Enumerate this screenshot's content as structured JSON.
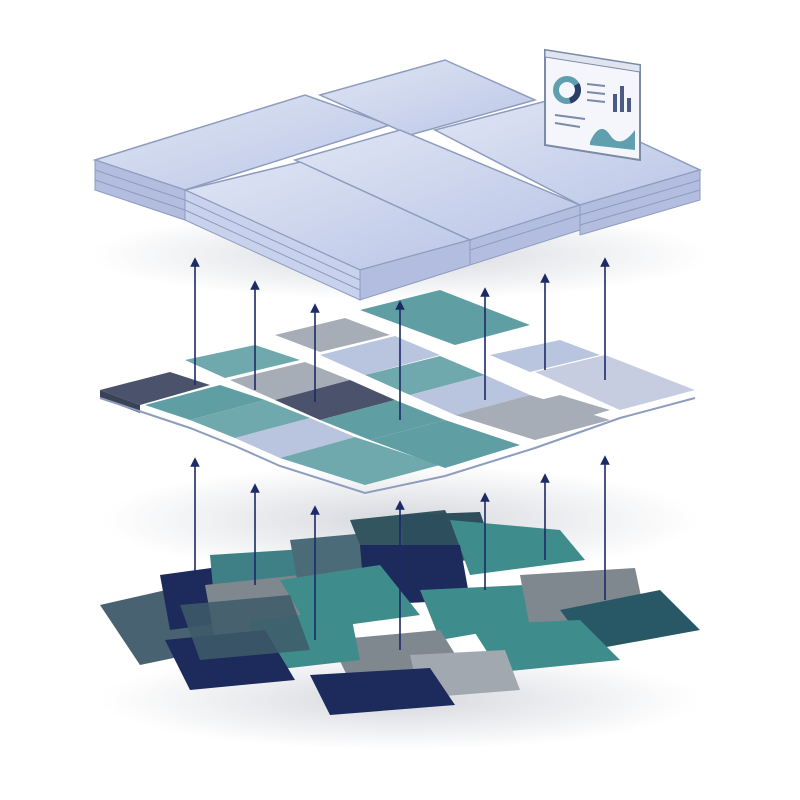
{
  "diagram": {
    "layers": [
      {
        "id": "top",
        "kind": "structured-blocks",
        "tile_count": 6,
        "colors": {
          "fill": "#c7d1ec",
          "edge": "#8e9cbe",
          "light": "#e7ebf6"
        }
      },
      {
        "id": "middle",
        "kind": "grid-tiles",
        "tile_count": 18,
        "colors": {
          "teal": "#5f9fa3",
          "light": "#b9c4df",
          "gray": "#a7adb7",
          "dark": "#4a536b"
        }
      },
      {
        "id": "bottom",
        "kind": "scattered-cards",
        "tile_count": 20,
        "colors": {
          "navy": "#1d2a5c",
          "teal": "#3f8c8c",
          "slate": "#3e5a69",
          "gray": "#7f878f",
          "deepteal": "#285866"
        }
      }
    ],
    "arrows": {
      "count_per_gap": 7,
      "color": "#1c2a66",
      "direction": "up"
    },
    "dashboard_card": {
      "icons": [
        "donut-chart-icon",
        "bar-chart-icon",
        "area-chart-icon",
        "list-lines-icon"
      ],
      "colors": {
        "accent": "#5f9fb0",
        "frame": "#7b8aa8",
        "bar": "#4b5c84"
      }
    }
  }
}
